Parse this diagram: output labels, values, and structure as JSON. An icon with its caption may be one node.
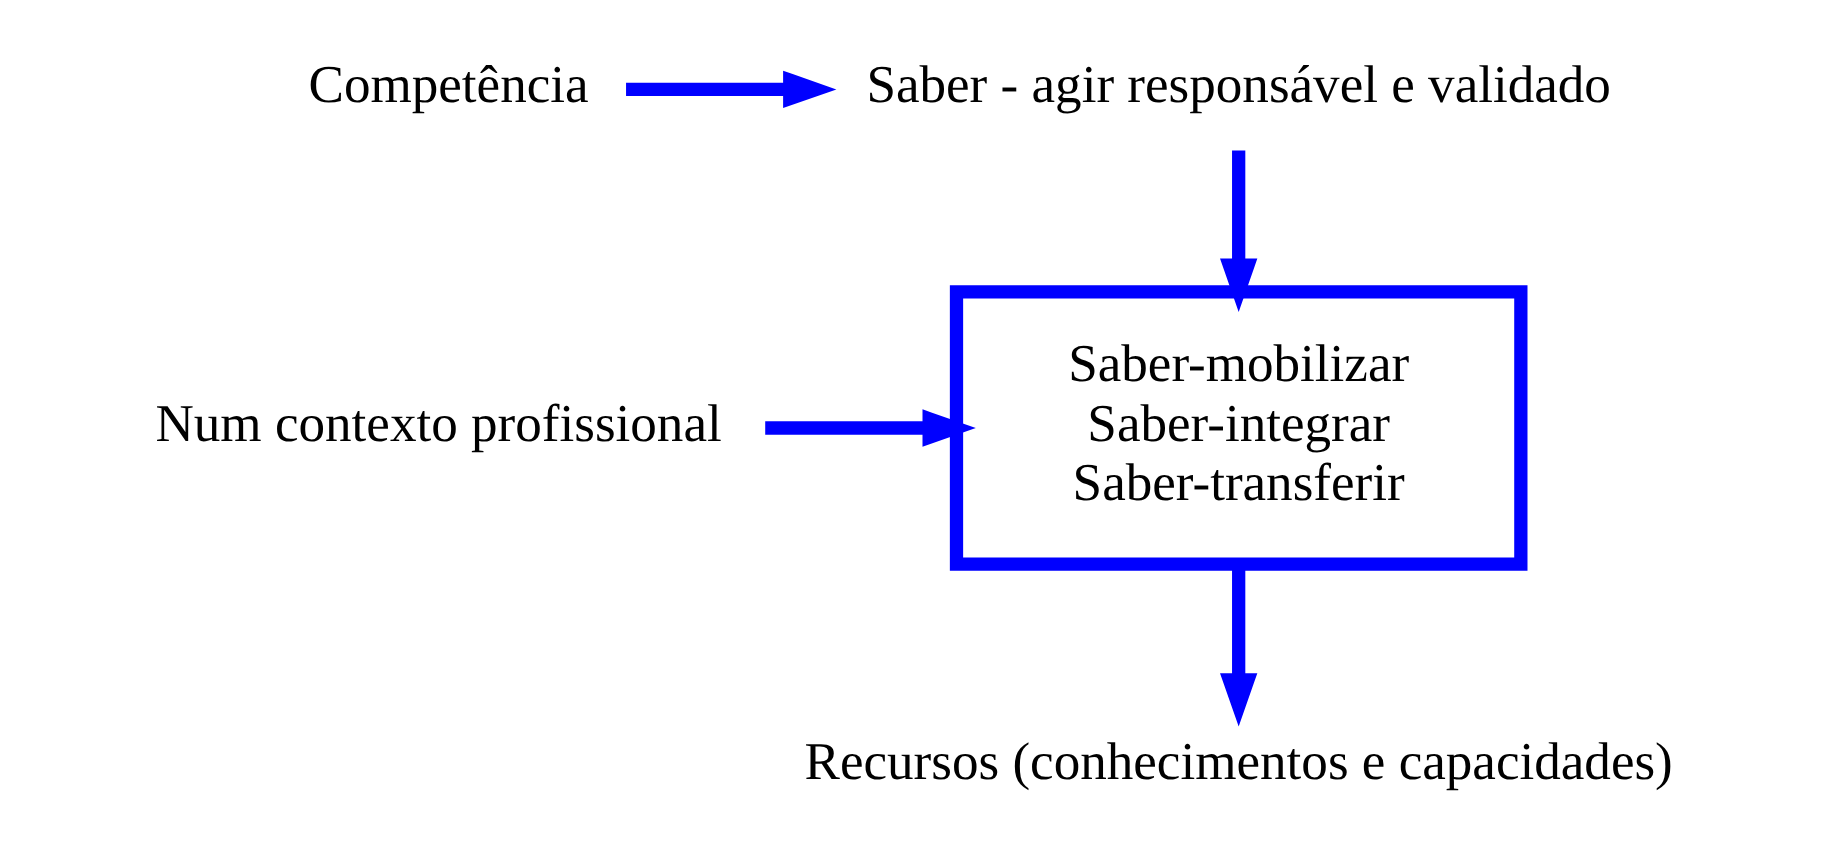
{
  "diagram": {
    "nodes": [
      {
        "text": [
          "Competência"
        ]
      },
      {
        "text": [
          "Saber - agir responsável e validado"
        ]
      },
      {
        "text": [
          "Saber-mobilizar",
          "Saber-integrar",
          "Saber-transferir"
        ]
      },
      {
        "text": [
          "Num contexto profissional"
        ]
      },
      {
        "text": [
          "Recursos (conhecimentos e capacidades)"
        ]
      }
    ],
    "edges": [
      {
        "from": 0,
        "to": 1,
        "arrow": "to"
      },
      {
        "from": 1,
        "to": 2,
        "arrow": "to"
      },
      {
        "from": 3,
        "to": 2,
        "arrow": "to"
      },
      {
        "from": 2,
        "to": 4,
        "arrow": "to"
      }
    ]
  }
}
